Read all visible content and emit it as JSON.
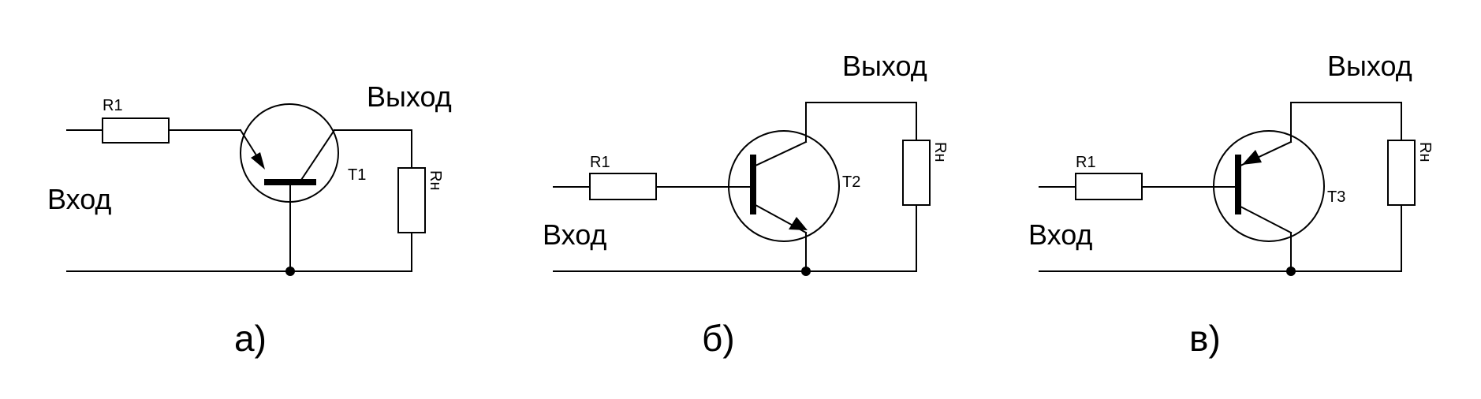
{
  "circuits": [
    {
      "caption": "a)",
      "input_label": "Вход",
      "output_label": "Выход",
      "resistor_label": "R1",
      "load_label": "Rн",
      "transistor_label": "T1"
    },
    {
      "caption": "б)",
      "input_label": "Вход",
      "output_label": "Выход",
      "resistor_label": "R1",
      "load_label": "Rн",
      "transistor_label": "T2"
    },
    {
      "caption": "в)",
      "input_label": "Вход",
      "output_label": "Выход",
      "resistor_label": "R1",
      "load_label": "Rн",
      "transistor_label": "T3"
    }
  ]
}
